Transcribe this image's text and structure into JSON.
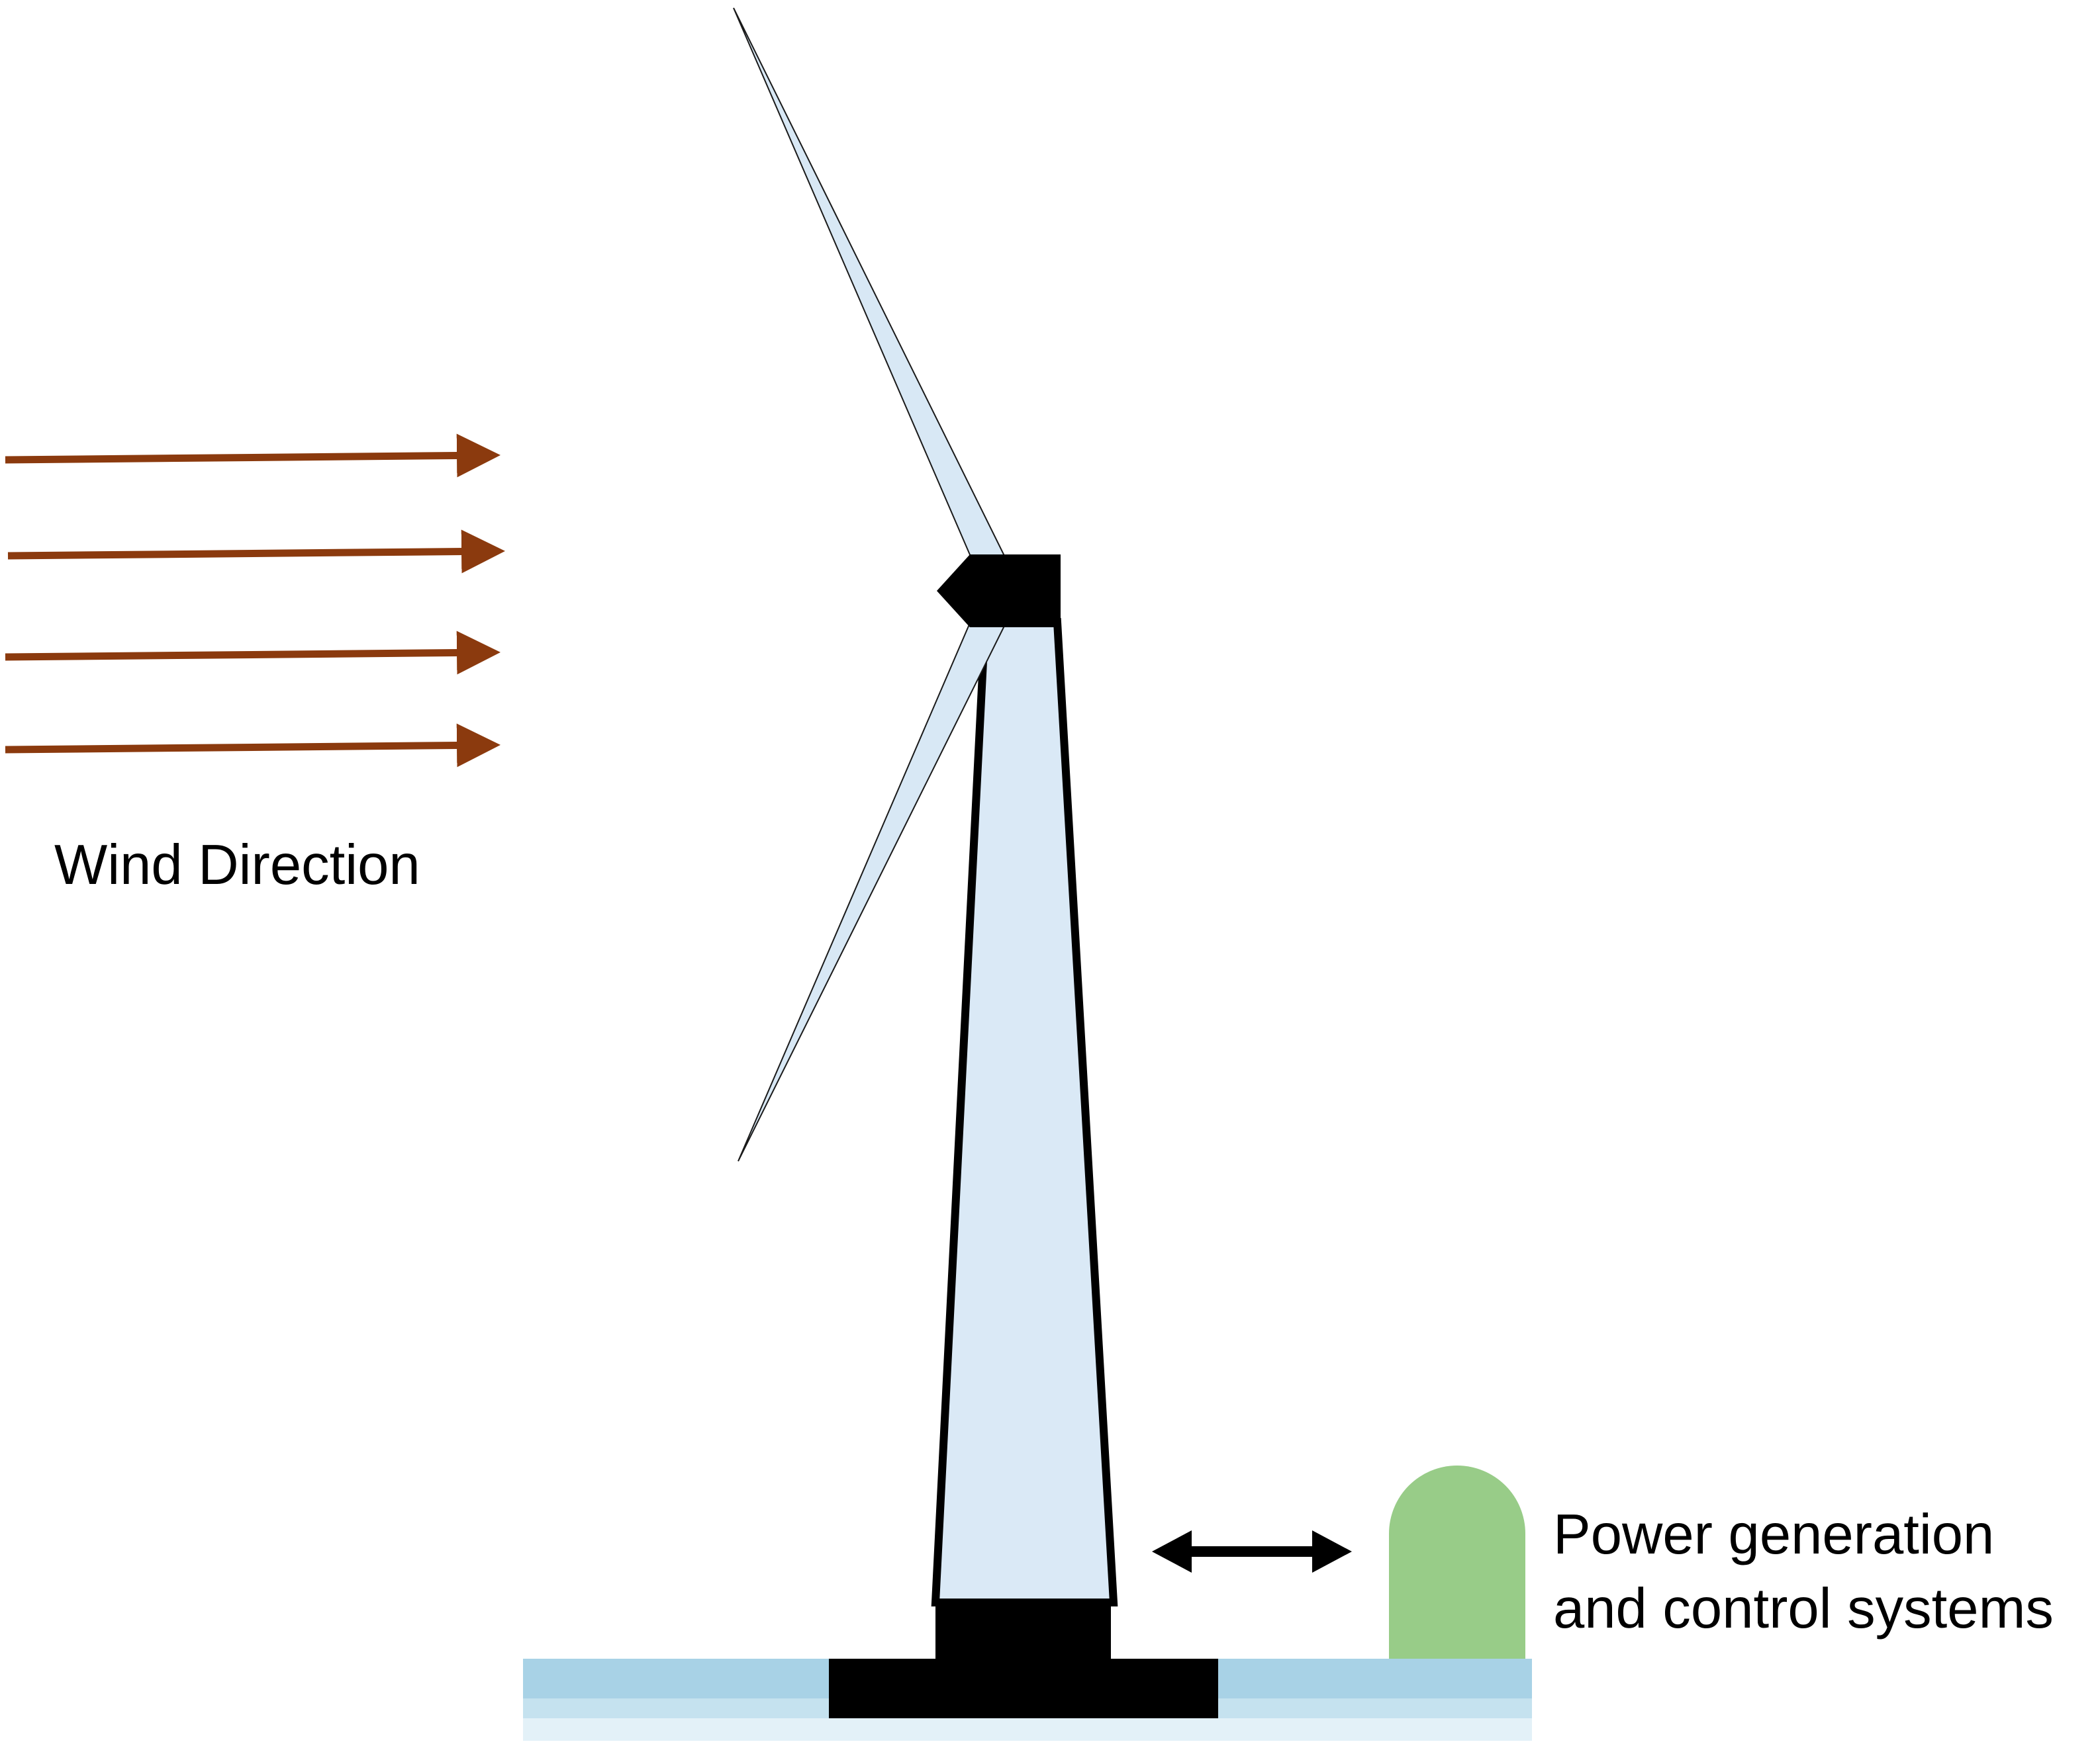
{
  "labels": {
    "wind_direction": "Wind Direction",
    "power_line_1": "Power generation",
    "power_line_2": "and control systems"
  },
  "colors": {
    "wind_arrow": "#8B3A0E",
    "blade_fill": "#d8e8f5",
    "tower_fill": "#dae9f6",
    "nacelle": "#000000",
    "foundation": "#000000",
    "water_top": "#a8d2e6",
    "water_mid": "#c5e2ef",
    "water_bottom": "#e3f1f8",
    "power_unit": "#98cc88",
    "link_arrow": "#000000"
  },
  "icons": {
    "wind_arrows": "right-arrow-icon",
    "link": "double-headed-arrow-icon",
    "power_unit": "dome-unit-icon"
  }
}
